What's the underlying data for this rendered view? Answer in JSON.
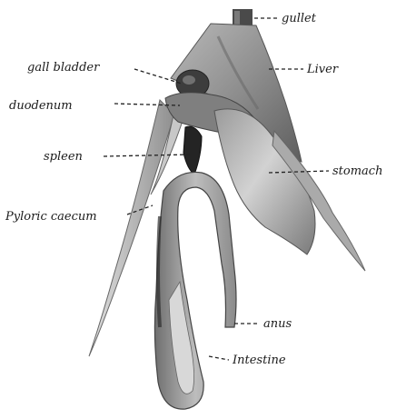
{
  "labels": {
    "gullet": "gullet",
    "liver": "Liver",
    "gall_bladder": "gall bladder",
    "duodenum": "duodenum",
    "spleen": "spleen",
    "stomach": "stomach",
    "pyloric_caecum": "Pyloric caecum",
    "anus": "anus",
    "intestine": "Intestine"
  }
}
